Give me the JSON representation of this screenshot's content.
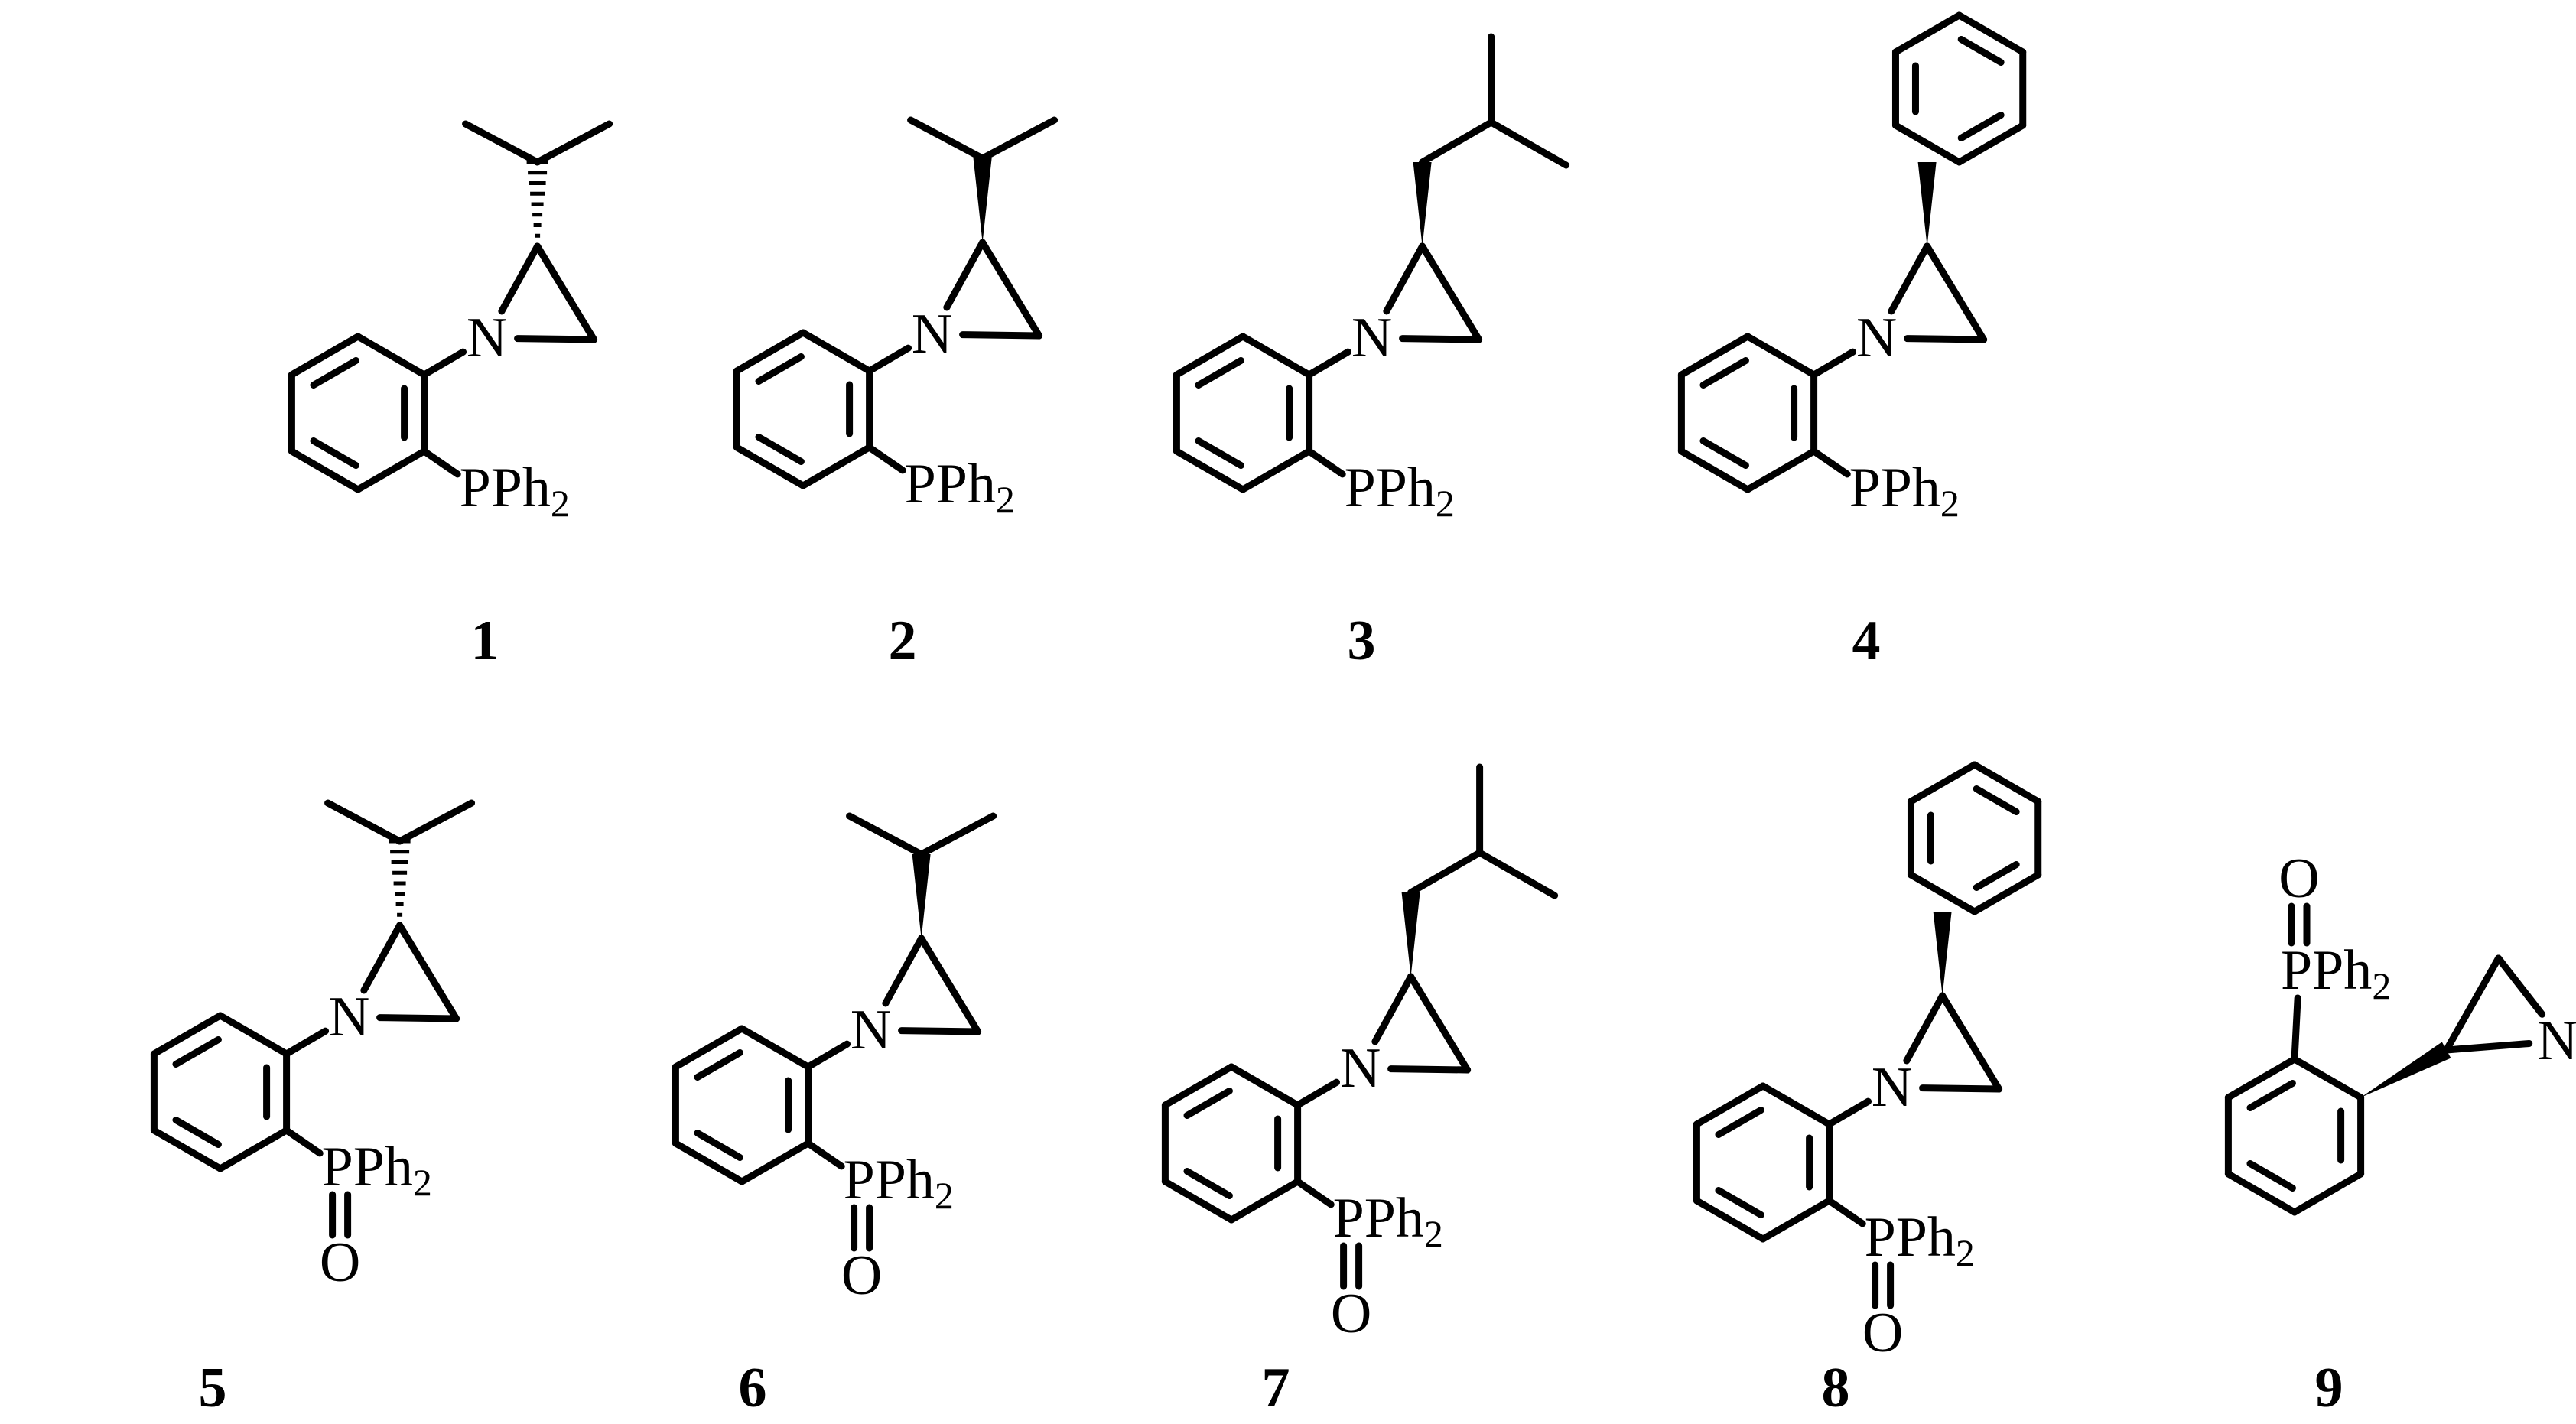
{
  "atom_labels": {
    "nitrogen": "N",
    "phosphinyl": "PPh",
    "phosphinyl_subscript": "2",
    "oxygen": "O",
    "amine": "NH"
  },
  "compounds": [
    {
      "number": "1",
      "substituent": "isopropyl",
      "phosphorus": "PPh2",
      "stereo": "hashed"
    },
    {
      "number": "2",
      "substituent": "isopropyl",
      "phosphorus": "PPh2",
      "stereo": "wedge"
    },
    {
      "number": "3",
      "substituent": "isobutyl",
      "phosphorus": "PPh2",
      "stereo": "wedge"
    },
    {
      "number": "4",
      "substituent": "phenyl",
      "phosphorus": "PPh2",
      "stereo": "wedge"
    },
    {
      "number": "5",
      "substituent": "isopropyl",
      "phosphorus": "P(O)Ph2",
      "stereo": "hashed"
    },
    {
      "number": "6",
      "substituent": "isopropyl",
      "phosphorus": "P(O)Ph2",
      "stereo": "wedge"
    },
    {
      "number": "7",
      "substituent": "isobutyl",
      "phosphorus": "P(O)Ph2",
      "stereo": "wedge"
    },
    {
      "number": "8",
      "substituent": "phenyl",
      "phosphorus": "P(O)Ph2",
      "stereo": "wedge"
    },
    {
      "number": "9",
      "substituent": "NH-aziridine",
      "phosphorus": "P(O)Ph2",
      "stereo": "wedge"
    }
  ]
}
